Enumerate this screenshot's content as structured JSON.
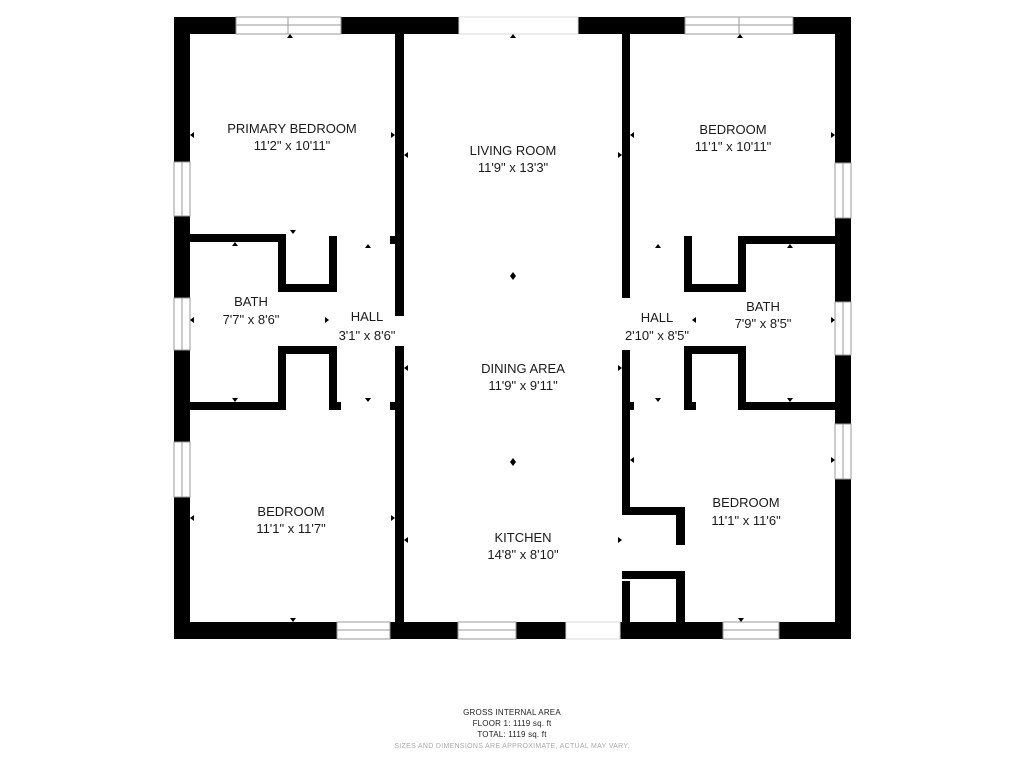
{
  "rooms": [
    {
      "id": "primary-bedroom",
      "name": "PRIMARY BEDROOM",
      "dims": "11'2\" x 10'11\""
    },
    {
      "id": "living-room",
      "name": "LIVING ROOM",
      "dims": "11'9\" x 13'3\""
    },
    {
      "id": "bedroom-ne",
      "name": "BEDROOM",
      "dims": "11'1\" x 10'11\""
    },
    {
      "id": "bath-west",
      "name": "BATH",
      "dims": "7'7\" x 8'6\""
    },
    {
      "id": "hall-west",
      "name": "HALL",
      "dims": "3'1\" x 8'6\""
    },
    {
      "id": "hall-east",
      "name": "HALL",
      "dims": "2'10\" x 8'5\""
    },
    {
      "id": "bath-east",
      "name": "BATH",
      "dims": "7'9\" x 8'5\""
    },
    {
      "id": "dining-area",
      "name": "DINING AREA",
      "dims": "11'9\" x 9'11\""
    },
    {
      "id": "bedroom-sw",
      "name": "BEDROOM",
      "dims": "11'1\" x 11'7\""
    },
    {
      "id": "bedroom-se",
      "name": "BEDROOM",
      "dims": "11'1\" x 11'6\""
    },
    {
      "id": "kitchen",
      "name": "KITCHEN",
      "dims": "14'8\" x 8'10\""
    }
  ],
  "footer": {
    "title": "GROSS INTERNAL AREA",
    "floor": "FLOOR 1: 1119 sq. ft",
    "total": "TOTAL: 1119 sq. ft",
    "disclaimer": "SIZES AND DIMENSIONS ARE APPROXIMATE, ACTUAL MAY VARY."
  },
  "colors": {
    "wall": "#000000",
    "window": "#cfcfcf",
    "background": "#ffffff"
  }
}
